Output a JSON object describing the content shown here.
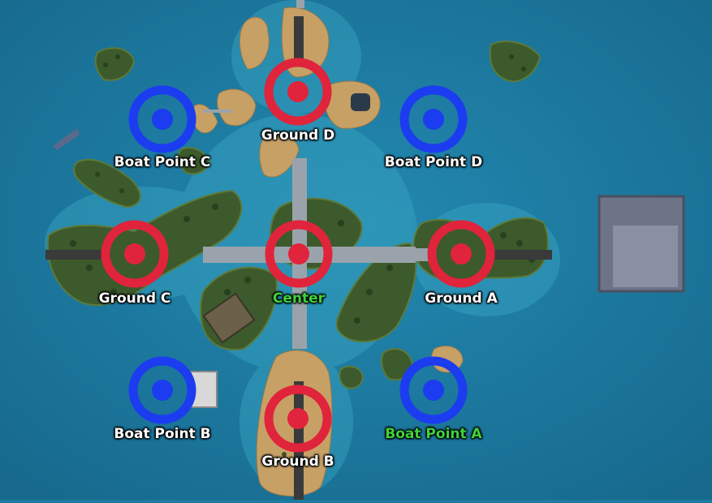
{
  "colors": {
    "water": "#1d7aa0",
    "ground_marker": "#e0243b",
    "boat_marker": "#1c3cf0",
    "label_default": "#ffffff",
    "label_active": "#3fd23a"
  },
  "markers": [
    {
      "id": "ground-d",
      "label": "Ground D",
      "kind": "ground",
      "active": false
    },
    {
      "id": "boat-point-c",
      "label": "Boat Point C",
      "kind": "boat",
      "active": false
    },
    {
      "id": "boat-point-d",
      "label": "Boat Point D",
      "kind": "boat",
      "active": false
    },
    {
      "id": "ground-c",
      "label": "Ground C",
      "kind": "ground",
      "active": false
    },
    {
      "id": "center",
      "label": "Center",
      "kind": "ground",
      "active": true
    },
    {
      "id": "ground-a",
      "label": "Ground A",
      "kind": "ground",
      "active": false
    },
    {
      "id": "boat-point-b",
      "label": "Boat Point B",
      "kind": "boat",
      "active": false
    },
    {
      "id": "boat-point-a",
      "label": "Boat Point A",
      "kind": "boat",
      "active": true
    },
    {
      "id": "ground-b",
      "label": "Ground B",
      "kind": "ground",
      "active": false
    }
  ]
}
